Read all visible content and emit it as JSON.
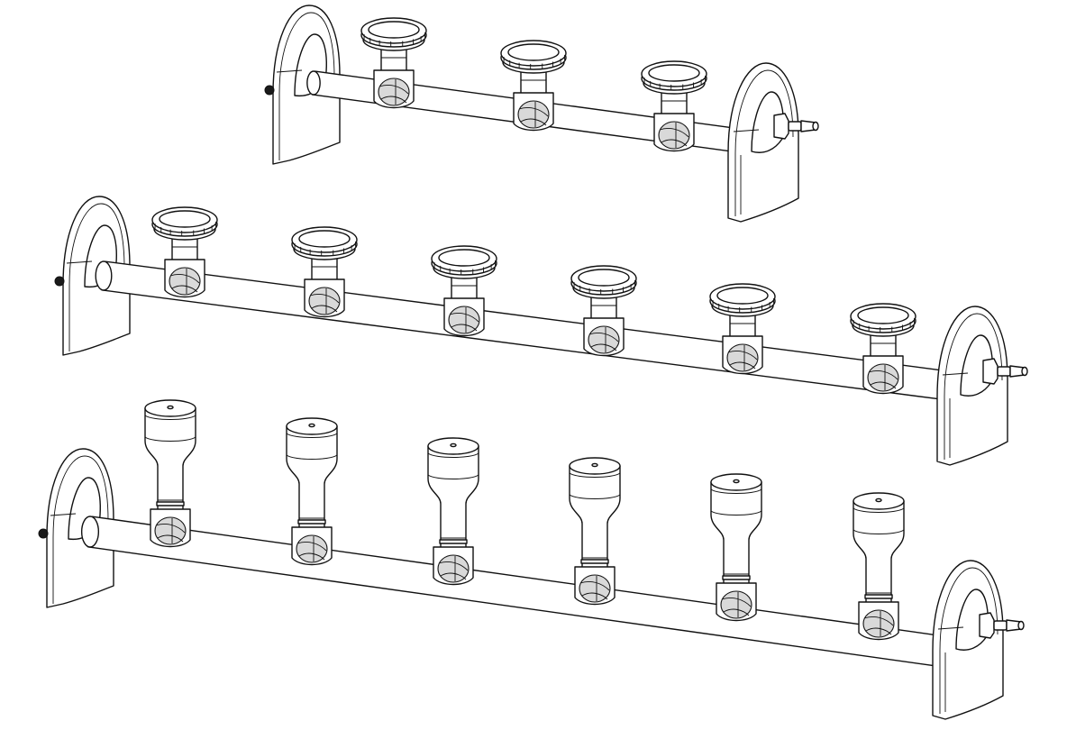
{
  "figure": {
    "manifolds": [
      {
        "id": "top",
        "heads": 3,
        "head_type": "membrane-holder"
      },
      {
        "id": "middle",
        "heads": 6,
        "head_type": "membrane-holder"
      },
      {
        "id": "bottom",
        "heads": 6,
        "head_type": "funnel"
      }
    ]
  }
}
